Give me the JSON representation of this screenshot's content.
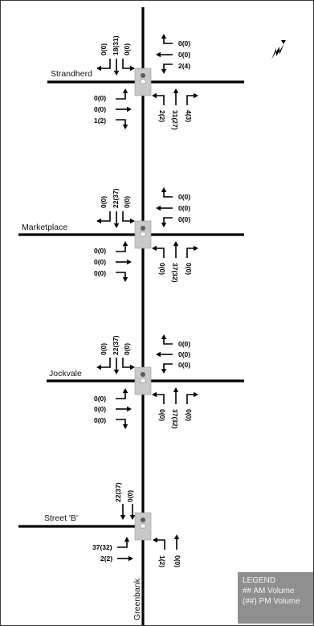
{
  "streets": {
    "main": "Greenbank",
    "cross": [
      "Strandherd",
      "Marketplace",
      "Jockvale",
      "Street 'B'"
    ]
  },
  "intersections": [
    {
      "name": "Strandherd",
      "southbound": [
        "0(0)",
        "18(31)",
        "0(0)"
      ],
      "westbound": [
        "0(0)",
        "0(0)",
        "2(4)"
      ],
      "eastbound": [
        "0(0)",
        "0(0)",
        "1(2)"
      ],
      "northbound": [
        "2(2)",
        "31(27)",
        "4(3)"
      ]
    },
    {
      "name": "Marketplace",
      "southbound": [
        "0(0)",
        "22(37)",
        "0(0)"
      ],
      "westbound": [
        "0(0)",
        "0(0)",
        "0(0)"
      ],
      "eastbound": [
        "0(0)",
        "0(0)",
        "0(0)"
      ],
      "northbound": [
        "0(0)",
        "37(32)",
        "0(0)"
      ]
    },
    {
      "name": "Jockvale",
      "southbound": [
        "0(0)",
        "22(37)",
        "0(0)"
      ],
      "westbound": [
        "0(0)",
        "0(0)",
        "0(0)"
      ],
      "eastbound": [
        "0(0)",
        "0(0)",
        "0(0)"
      ],
      "northbound": [
        "0(0)",
        "37(32)",
        "0(0)"
      ]
    },
    {
      "name": "Street 'B'",
      "southbound": [
        "22(37)",
        "0(0)"
      ],
      "eastbound": [
        "37(32)",
        "2(2)"
      ],
      "northbound": [
        "1(2)",
        "0(0)"
      ]
    }
  ],
  "legend": {
    "title": "LEGEND",
    "am": "## AM Volume",
    "pm": "(##) PM  Volume"
  },
  "colors": {
    "legend_bg": "#8f8f8f",
    "signal_box": "#c9c9c9",
    "road": "#000000"
  },
  "icons": [
    "north-arrow-icon",
    "traffic-signal-icon"
  ]
}
